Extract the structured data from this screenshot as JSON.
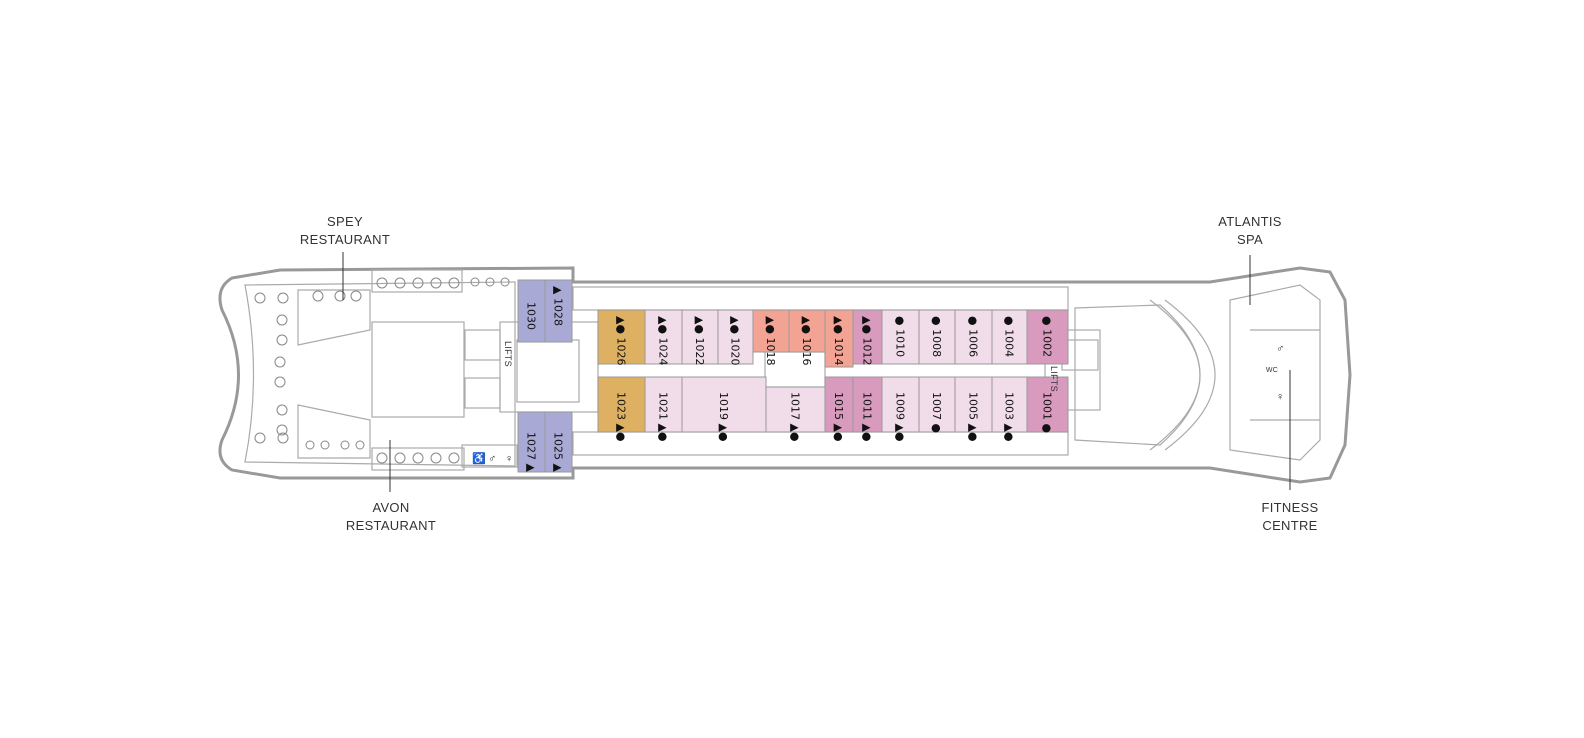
{
  "labels": {
    "spey": [
      "SPEY",
      "RESTAURANT"
    ],
    "avon": [
      "AVON",
      "RESTAURANT"
    ],
    "atlantis": [
      "ATLANTIS",
      "SPA"
    ],
    "fitness": [
      "FITNESS",
      "CENTRE"
    ],
    "lifts_aft": "LIFTS",
    "lifts_fwd": "LIFTS",
    "wc": "WC"
  },
  "colors": {
    "lavender": "#a9a9d6",
    "gold": "#deb061",
    "pink": "#f1dcea",
    "salmon": "#f3a394",
    "mauve": "#d89abd"
  },
  "cabins": [
    {
      "number": "1030",
      "markers": "",
      "color": "lavender"
    },
    {
      "number": "1028",
      "markers": "▲",
      "color": "lavender"
    },
    {
      "number": "1027",
      "markers": "▲",
      "color": "lavender"
    },
    {
      "number": "1025",
      "markers": "▲",
      "color": "lavender"
    },
    {
      "number": "1026",
      "markers": "▲●",
      "color": "gold"
    },
    {
      "number": "1023",
      "markers": "▲●",
      "color": "gold"
    },
    {
      "number": "1024",
      "markers": "▲●",
      "color": "pink"
    },
    {
      "number": "1022",
      "markers": "▲●",
      "color": "pink"
    },
    {
      "number": "1020",
      "markers": "▲●",
      "color": "pink"
    },
    {
      "number": "1018",
      "markers": "▲●",
      "color": "salmon"
    },
    {
      "number": "1016",
      "markers": "▲●",
      "color": "salmon"
    },
    {
      "number": "1014",
      "markers": "▲●",
      "color": "salmon"
    },
    {
      "number": "1012",
      "markers": "▲●",
      "color": "mauve"
    },
    {
      "number": "1010",
      "markers": "●",
      "color": "pink"
    },
    {
      "number": "1008",
      "markers": "●",
      "color": "pink"
    },
    {
      "number": "1006",
      "markers": "●",
      "color": "pink"
    },
    {
      "number": "1004",
      "markers": "●",
      "color": "pink"
    },
    {
      "number": "1002",
      "markers": "●",
      "color": "mauve"
    },
    {
      "number": "1021",
      "markers": "▲●",
      "color": "pink"
    },
    {
      "number": "1019",
      "markers": "▲●",
      "color": "pink"
    },
    {
      "number": "1017",
      "markers": "▲●",
      "color": "pink"
    },
    {
      "number": "1015",
      "markers": "▲●",
      "color": "mauve"
    },
    {
      "number": "1011",
      "markers": "▲●",
      "color": "mauve"
    },
    {
      "number": "1009",
      "markers": "▲●",
      "color": "pink"
    },
    {
      "number": "1007",
      "markers": "●",
      "color": "pink"
    },
    {
      "number": "1005",
      "markers": "▲●",
      "color": "pink"
    },
    {
      "number": "1003",
      "markers": "▲●",
      "color": "pink"
    },
    {
      "number": "1001",
      "markers": "●",
      "color": "mauve"
    }
  ]
}
